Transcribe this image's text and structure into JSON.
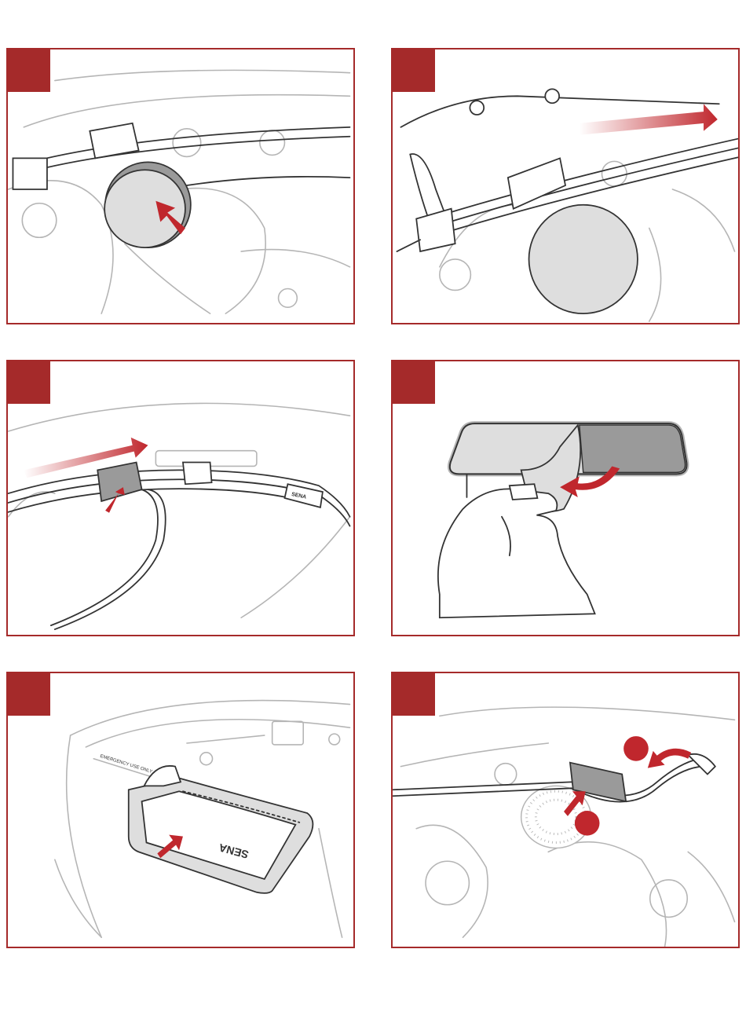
{
  "panels": [
    {
      "id": "step-1"
    },
    {
      "id": "step-2"
    },
    {
      "id": "step-3",
      "module_brand": "SENA"
    },
    {
      "id": "step-4"
    },
    {
      "id": "step-5",
      "unit_brand": "SENA",
      "label_text": "EMERGENCY USE ONLY"
    },
    {
      "id": "step-6"
    }
  ],
  "colors": {
    "accent": "#a52a2a",
    "arrow": "#c0272d",
    "line": "#b5b5b5",
    "ink": "#333333"
  }
}
